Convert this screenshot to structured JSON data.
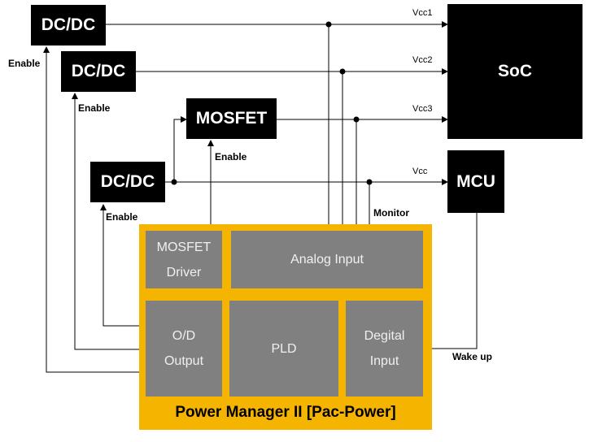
{
  "blocks": {
    "dcdc1": "DC/DC",
    "dcdc2": "DC/DC",
    "dcdc3": "DC/DC",
    "mosfet": "MOSFET",
    "soc": "SoC",
    "mcu": "MCU"
  },
  "power_manager": {
    "title": "Power Manager II [Pac-Power]",
    "mosfet_driver": [
      "MOSFET",
      "Driver"
    ],
    "analog_input": "Analog Input",
    "od_output": [
      "O/D",
      "Output"
    ],
    "pld": "PLD",
    "digital_input": [
      "Degital",
      "Input"
    ]
  },
  "labels": {
    "enable1": "Enable",
    "enable2": "Enable",
    "enable3": "Enable",
    "enable_mosfet": "Enable",
    "monitor": "Monitor",
    "wake_up": "Wake up",
    "vcc1": "Vcc1",
    "vcc2": "Vcc2",
    "vcc3": "Vcc3",
    "vcc": "Vcc"
  }
}
